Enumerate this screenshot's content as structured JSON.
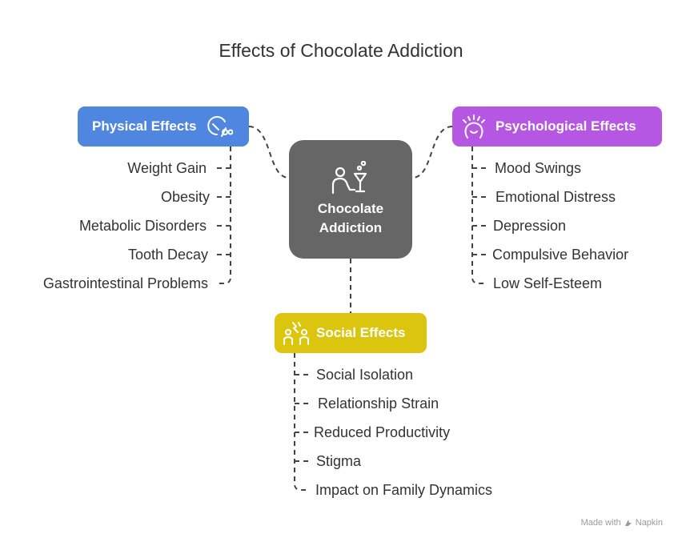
{
  "title": "Effects of Chocolate Addiction",
  "center": {
    "label": "Chocolate Addiction",
    "icon": "person-cocktail-icon",
    "color": "#666666"
  },
  "branches": {
    "physical": {
      "label": "Physical Effects",
      "icon": "weight-scale-icon",
      "color": "#4f87e0",
      "items": [
        "Weight Gain",
        "Obesity",
        "Metabolic Disorders",
        "Tooth Decay",
        "Gastrointestinal Problems"
      ]
    },
    "psychological": {
      "label": "Psychological Effects",
      "icon": "stressed-head-icon",
      "color": "#b657e4",
      "items": [
        "Mood Swings",
        "Emotional Distress",
        "Depression",
        "Compulsive Behavior",
        "Low Self-Esteem"
      ]
    },
    "social": {
      "label": "Social Effects",
      "icon": "people-conflict-icon",
      "color": "#dcc50f",
      "items": [
        "Social Isolation",
        "Relationship Strain",
        "Reduced Productivity",
        "Stigma",
        "Impact on Family Dynamics"
      ]
    }
  },
  "footer": {
    "made_with": "Made with",
    "brand": "Napkin"
  }
}
